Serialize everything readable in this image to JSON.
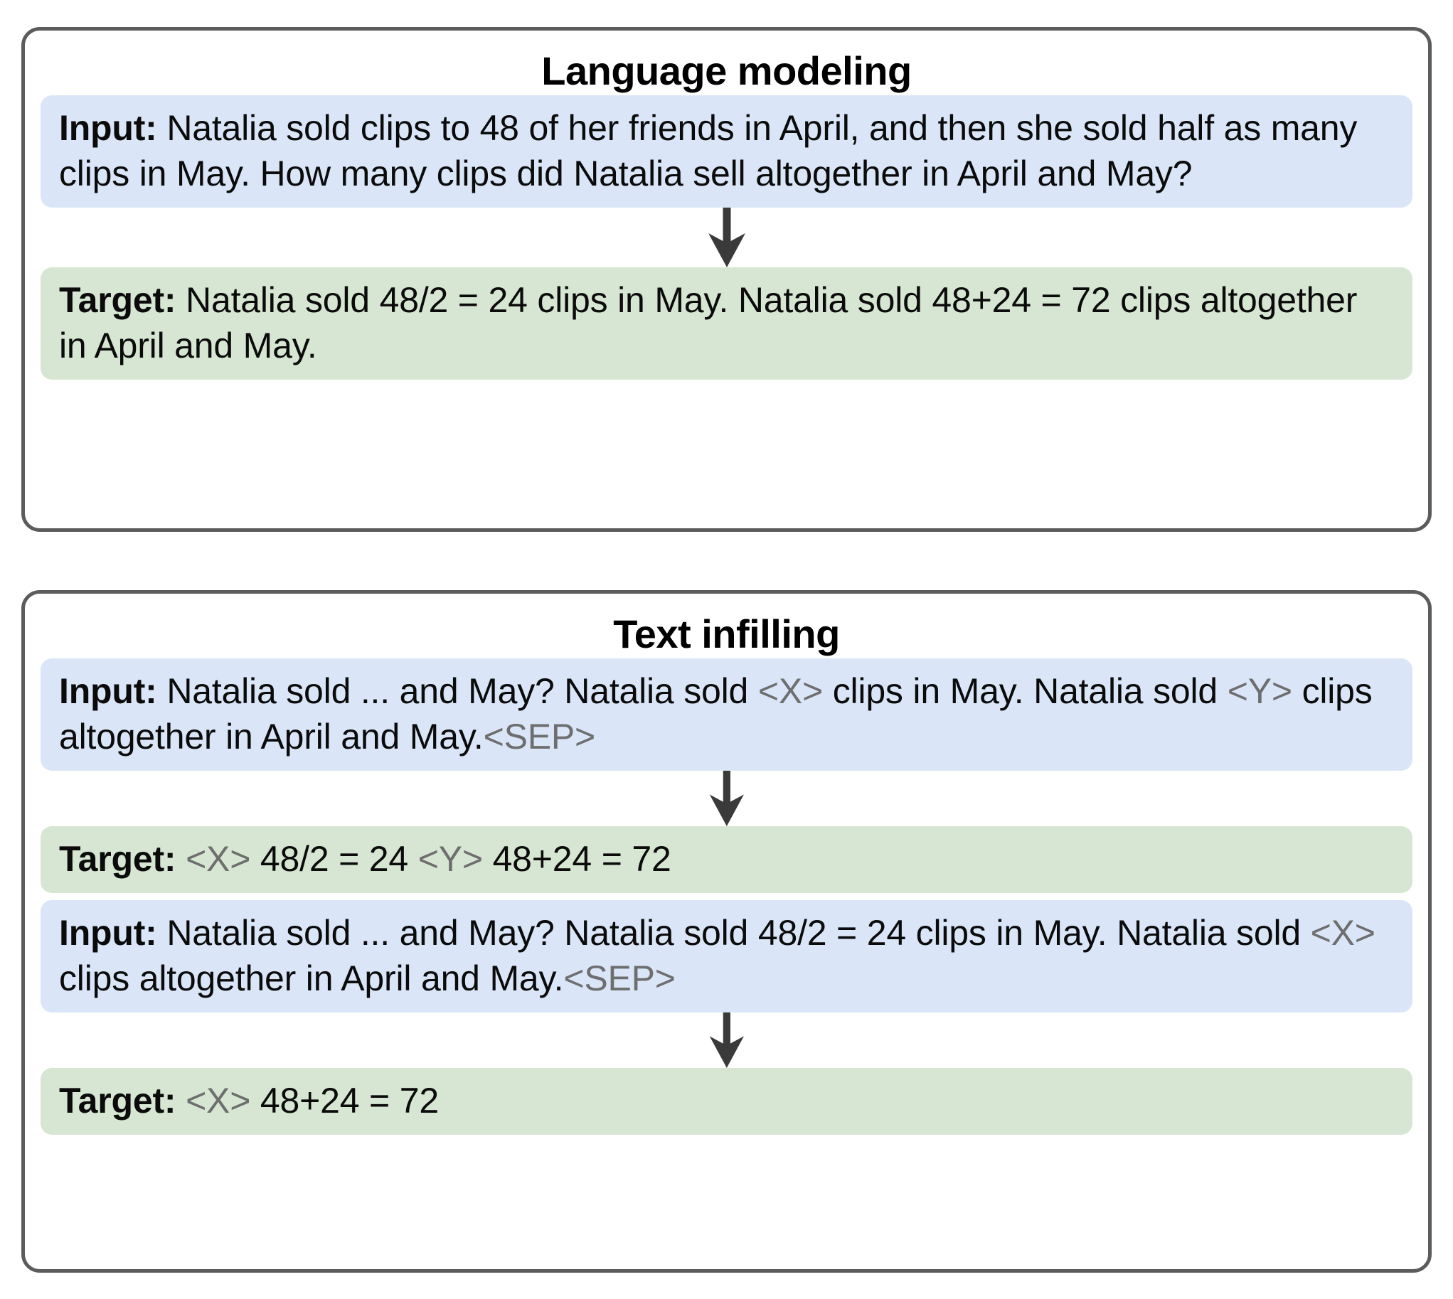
{
  "colors": {
    "input_bg": "#dae6f8",
    "target_bg": "#d7e6d3",
    "card_border": "#5c5c5c",
    "token_gray": "#6e6e6e",
    "arrow": "#3a3a3a",
    "text": "#0b0b0b"
  },
  "labels": {
    "input": "Input:",
    "target": "Target:"
  },
  "tokens": {
    "x": "<X>",
    "y": "<Y>",
    "sep": "<SEP>"
  },
  "cards": [
    {
      "title": "Language modeling",
      "rows": [
        {
          "kind": "input",
          "label": "Input:",
          "text": " Natalia sold clips to 48 of her friends in April, and then she sold half as many clips in May. How many clips did Natalia sell altogether in April and May?"
        },
        {
          "kind": "target",
          "label": "Target:",
          "text": " Natalia sold 48/2 = 24 clips in May. Natalia sold 48+24 = 72 clips altogether in April and May."
        }
      ]
    },
    {
      "title": "Text infilling",
      "rows": [
        {
          "kind": "input",
          "label": "Input:",
          "seg1": " Natalia sold ... and May? Natalia sold ",
          "tok1": "<X>",
          "seg2": " clips in May. Natalia sold ",
          "tok2": "<Y>",
          "seg3": " clips altogether in April and May.",
          "tok3": "<SEP>"
        },
        {
          "kind": "target",
          "label": "Target:",
          "tok1": "<X>",
          "seg1": " 48/2 = 24 ",
          "tok2": "<Y>",
          "seg2": " 48+24 = 72"
        },
        {
          "kind": "input",
          "label": "Input:",
          "seg1": " Natalia sold ... and May? Natalia sold 48/2 = 24 clips in May. Natalia sold ",
          "tok1": "<X>",
          "seg2": " clips altogether in April and May.",
          "tok3": "<SEP>"
        },
        {
          "kind": "target",
          "label": "Target:",
          "tok1": "<X>",
          "seg1": " 48+24 = 72"
        }
      ]
    }
  ]
}
